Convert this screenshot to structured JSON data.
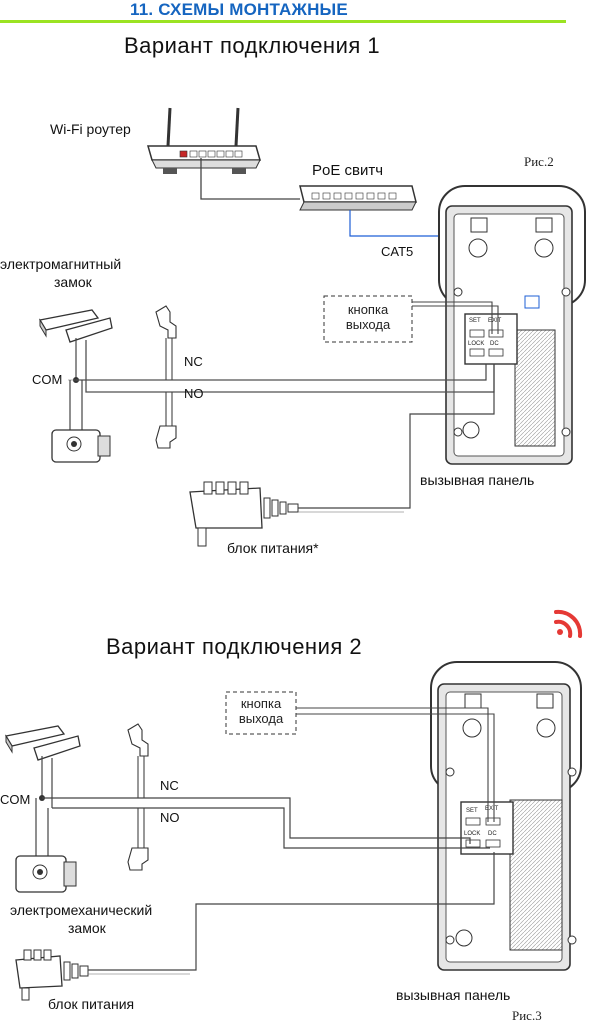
{
  "header": {
    "title": "11. СХЕМЫ МОНТАЖНЫЕ"
  },
  "variant1": {
    "title": "Вариант подключения 1",
    "wifi_router": "Wi-Fi роутер",
    "poe_switch": "PoE свитч",
    "figure": "Рис.2",
    "cat5": "CAT5",
    "em_lock_line1": "электромагнитный",
    "em_lock_line2": "замок",
    "exit_button_line1": "кнопка",
    "exit_button_line2": "выхода",
    "com": "COM",
    "nc": "NC",
    "no": "NO",
    "call_panel": "вызывная панель",
    "power_supply": "блок питания*",
    "terminals": {
      "set": "SET",
      "exit": "EXIT",
      "lock": "LOCK",
      "dc": "DC"
    }
  },
  "variant2": {
    "title": "Вариант подключения 2",
    "exit_button_line1": "кнопка",
    "exit_button_line2": "выхода",
    "com": "COM",
    "nc": "NC",
    "no": "NO",
    "emech_lock_line1": "электромеханический",
    "emech_lock_line2": "замок",
    "power_supply": "блок питания",
    "call_panel": "вызывная панель",
    "figure": "Рис.3",
    "terminals": {
      "set": "SET",
      "exit": "EXIT",
      "lock": "LOCK",
      "dc": "DC"
    }
  },
  "colors": {
    "header_title": "#1565c0",
    "header_line": "#9be322",
    "wifi_signal": "#e53935",
    "cat5_wire": "#1e5fd6"
  }
}
